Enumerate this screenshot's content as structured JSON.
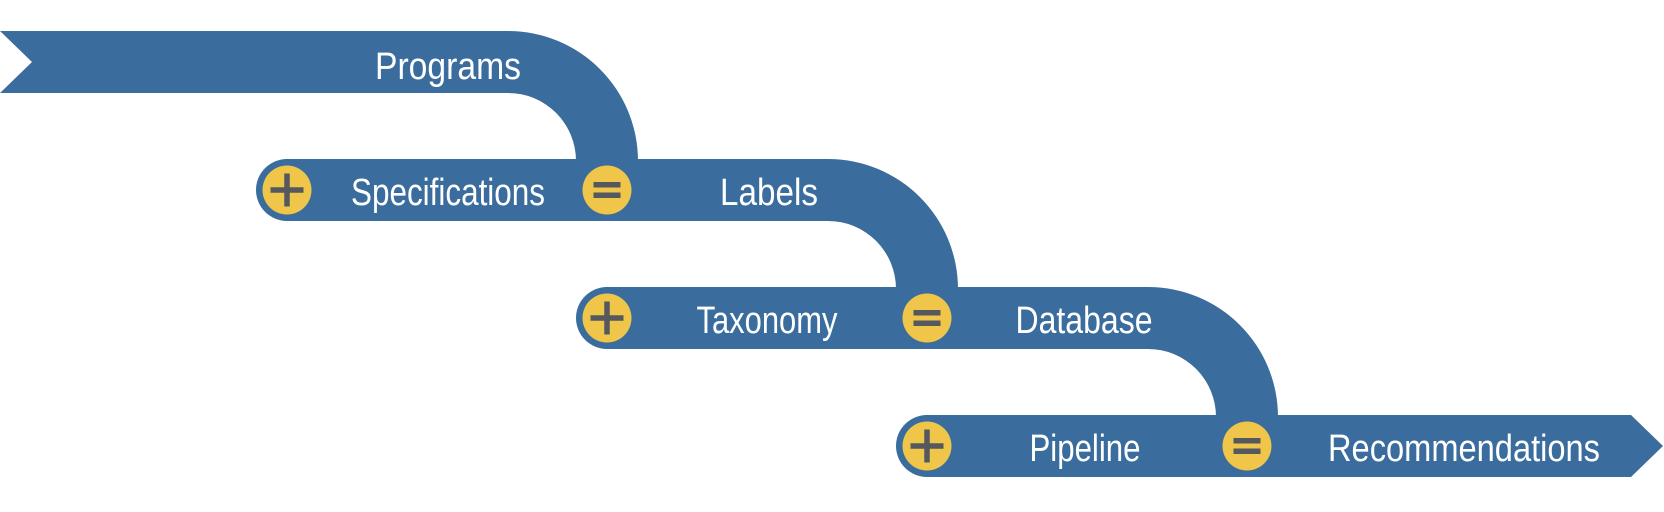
{
  "diagram": {
    "description": "Cascading ribbon flow diagram: each stage plus an input equals the next stage output",
    "colors": {
      "band_blue": "#3A6D9E",
      "badge_yellow": "#EFC54A",
      "glyph_gray": "#55585C",
      "label_white": "#FFFFFF",
      "background": "#FFFFFF"
    },
    "operators": {
      "plus": "+",
      "equals": "="
    },
    "rows": [
      {
        "label": "Programs"
      },
      {
        "operator_left": "+",
        "label": "Specifications",
        "operator_right": "=",
        "result_label": "Labels"
      },
      {
        "operator_left": "+",
        "label": "Taxonomy",
        "operator_right": "=",
        "result_label": "Database"
      },
      {
        "operator_left": "+",
        "label": "Pipeline",
        "operator_right": "=",
        "result_label": "Recommendations"
      }
    ]
  }
}
